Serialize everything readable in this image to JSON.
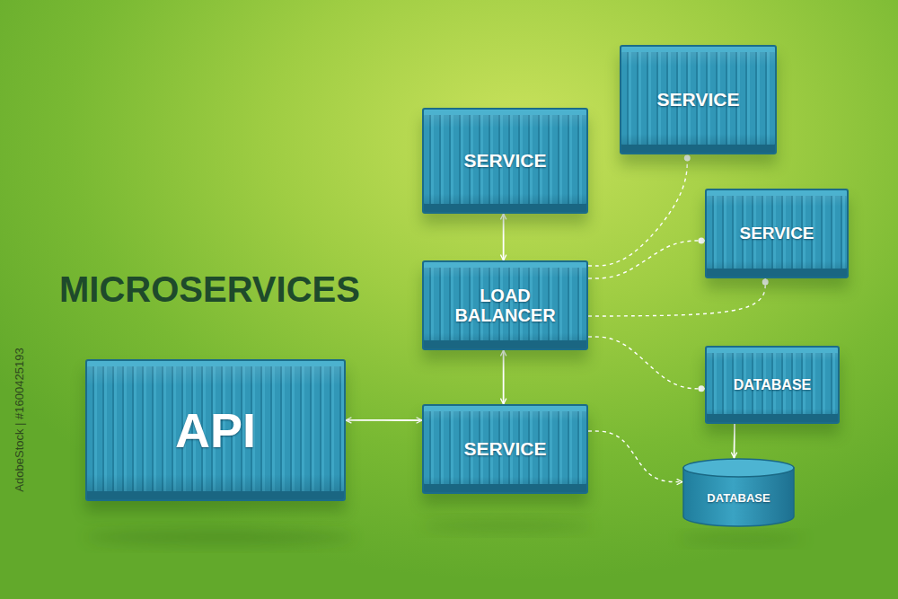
{
  "diagram": {
    "title": "MICROSERVICES",
    "nodes": [
      {
        "text": [
          "SERVICE"
        ]
      },
      {
        "text": [
          "SERVICE"
        ]
      },
      {
        "text": [
          "SERVICE"
        ]
      },
      {
        "text": [
          "LOAD BALANCER"
        ]
      },
      {
        "text": [
          "DATABASE"
        ]
      },
      {
        "text": [
          "API"
        ]
      },
      {
        "text": [
          "SERVICE"
        ]
      },
      {
        "text": [
          "DATABASE"
        ]
      }
    ],
    "edges": [
      {
        "from": 1,
        "to": 3,
        "arrow": "both"
      },
      {
        "from": 3,
        "to": 6,
        "arrow": "both"
      },
      {
        "from": 5,
        "to": 6,
        "arrow": "both"
      },
      {
        "from": 3,
        "to": 0,
        "arrow": "none"
      },
      {
        "from": 3,
        "to": 2,
        "arrow": "none"
      },
      {
        "from": 3,
        "to": 2,
        "arrow": "none"
      },
      {
        "from": 3,
        "to": 4,
        "arrow": "none"
      },
      {
        "from": 6,
        "to": 7,
        "arrow": "to"
      },
      {
        "from": 4,
        "to": 7,
        "arrow": "to"
      }
    ],
    "labels": [
      "AdobeStock | #1600425193"
    ]
  }
}
